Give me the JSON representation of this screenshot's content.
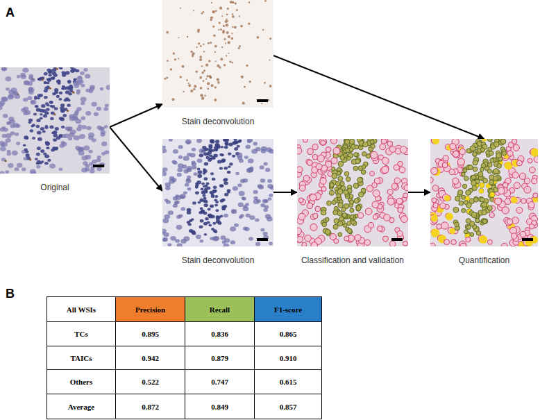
{
  "diagram": {
    "nodes": [
      {
        "text": [
          "Original"
        ]
      },
      {
        "text": [
          "Stain deconvolution"
        ]
      },
      {
        "text": [
          "Stain deconvolution"
        ]
      },
      {
        "text": [
          "Classification and validation"
        ]
      },
      {
        "text": [
          "Quantification"
        ]
      }
    ],
    "edges": [
      {
        "from": 0,
        "to": 1,
        "arrow": "to"
      },
      {
        "from": 0,
        "to": 2,
        "arrow": "to"
      },
      {
        "from": 2,
        "to": 3,
        "arrow": "to"
      },
      {
        "from": 3,
        "to": 4,
        "arrow": "to"
      },
      {
        "from": 1,
        "to": 4,
        "arrow": "to"
      }
    ],
    "labels": [
      "A",
      "B",
      "All WSIs",
      "Precision",
      "Recall",
      "F1-score",
      "TCs",
      "0.895",
      "0.836",
      "0.865",
      "TAICs",
      "0.942",
      "0.879",
      "0.910",
      "Others",
      "0.522",
      "0.747",
      "0.615",
      "Average",
      "0.872",
      "0.849",
      "0.857"
    ]
  }
}
